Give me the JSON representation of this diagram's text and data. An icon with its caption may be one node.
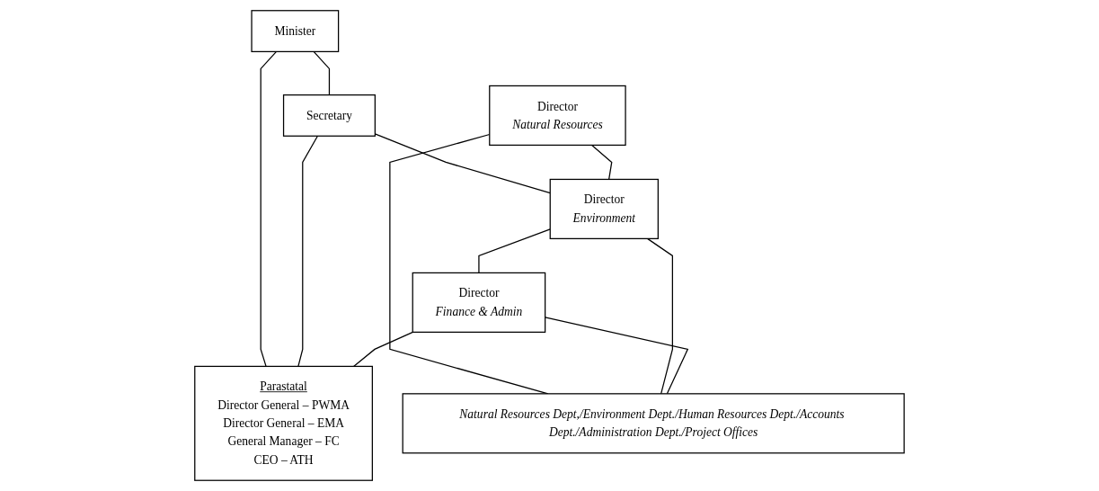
{
  "diagram": {
    "nodes": [
      {
        "text": [
          "Minister"
        ]
      },
      {
        "text": [
          "Secretary"
        ]
      },
      {
        "text": [
          "Director",
          "Natural Resources"
        ]
      },
      {
        "text": [
          "Director",
          "Environment"
        ]
      },
      {
        "text": [
          "Director",
          "Finance & Admin"
        ]
      },
      {
        "text": [
          "Parastatal",
          "Director General – PWMA",
          "Director General – EMA",
          "General Manager – FC",
          "CEO – ATH"
        ]
      },
      {
        "text": [
          "Natural Resources Dept,/Environment Dept./Human Resources Dept./Accounts Dept./Administration Dept./Project Offices"
        ]
      }
    ],
    "edges": [
      {
        "from": 0,
        "to": 1,
        "arrow": "none"
      },
      {
        "from": 0,
        "to": 5,
        "arrow": "none"
      },
      {
        "from": 1,
        "to": 5,
        "arrow": "none"
      },
      {
        "from": 1,
        "to": 3,
        "arrow": "none"
      },
      {
        "from": 2,
        "to": 3,
        "arrow": "none"
      },
      {
        "from": 3,
        "to": 4,
        "arrow": "none"
      },
      {
        "from": 4,
        "to": 5,
        "arrow": "none"
      },
      {
        "from": 2,
        "to": 6,
        "arrow": "none"
      },
      {
        "from": 3,
        "to": 6,
        "arrow": "none"
      },
      {
        "from": 4,
        "to": 6,
        "arrow": "none"
      }
    ]
  }
}
